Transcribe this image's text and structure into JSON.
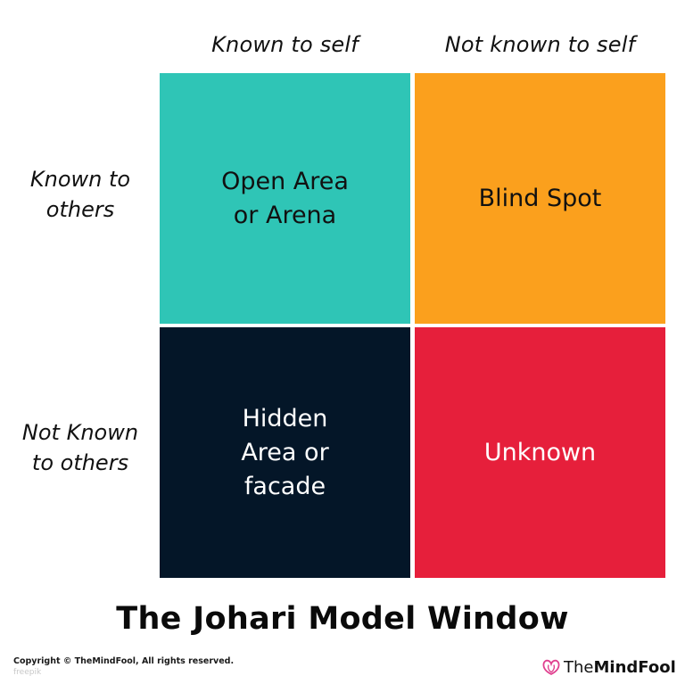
{
  "column_headers": [
    {
      "label": "Known to self"
    },
    {
      "label": "Not known to self"
    }
  ],
  "row_headers": [
    {
      "label": "Known to\nothers"
    },
    {
      "label": "Not Known\nto others"
    }
  ],
  "quadrants": [
    {
      "label": "Open Area\nor Arena",
      "color": "#2FC5B6",
      "text_color": "#111111"
    },
    {
      "label": "Blind Spot",
      "color": "#FBA01D",
      "text_color": "#111111"
    },
    {
      "label": "Hidden\nArea or\nfacade",
      "color": "#041628",
      "text_color": "#ffffff"
    },
    {
      "label": "Unknown",
      "color": "#E61F3B",
      "text_color": "#ffffff"
    }
  ],
  "title": "The Johari Model Window",
  "footer": {
    "copyright": "Copyright © TheMindFool, All rights reserved.",
    "credit": "freepik",
    "brand_light": "The",
    "brand_bold": "MindFool",
    "brand_icon": "heart-lotus-icon",
    "brand_icon_color": "#E0408F"
  }
}
